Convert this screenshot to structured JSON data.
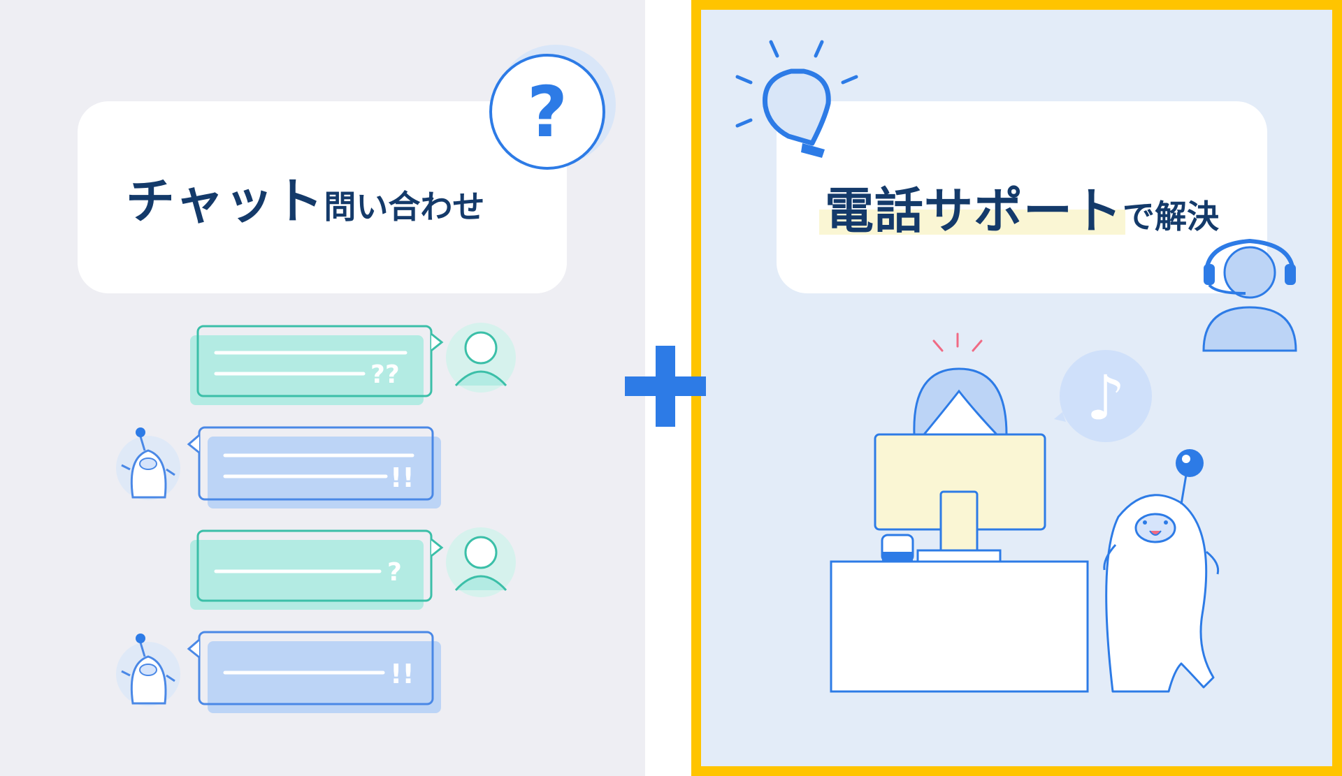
{
  "left_panel": {
    "title_main": "チャット",
    "title_sub": "問い合わせ",
    "question_mark": "?",
    "chat_bubbles": [
      {
        "marks": "??"
      },
      {
        "marks": "!!"
      },
      {
        "marks": "?"
      },
      {
        "marks": "!!"
      }
    ]
  },
  "right_panel": {
    "title_main": "電話サポート",
    "title_sub": "で解決",
    "music_note": "♪"
  },
  "colors": {
    "left_bg": "#eeeef3",
    "right_bg": "#e3ecf8",
    "highlight_border": "#ffc400",
    "accent_blue": "#2d7be6",
    "title_navy": "#143a6a",
    "teal_bubble": "#b3ebe3",
    "blue_bubble": "#bcd4f6"
  }
}
